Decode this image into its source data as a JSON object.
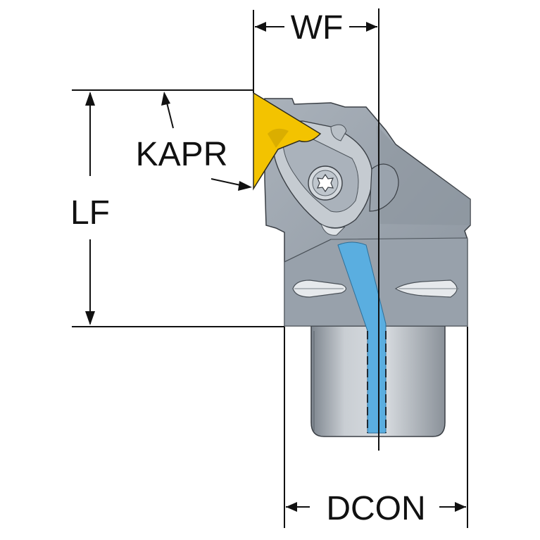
{
  "dimension_labels": {
    "wf": "WF",
    "kapr": "KAPR",
    "lf": "LF",
    "dcon": "DCON"
  },
  "colors": {
    "body_gray": "#9fa7b0",
    "body_dark": "#6f7882",
    "shank_gray": "#b7bcc2",
    "insert_yellow": "#f3c300",
    "coolant_blue": "#5aaee0",
    "line": "#111111"
  }
}
